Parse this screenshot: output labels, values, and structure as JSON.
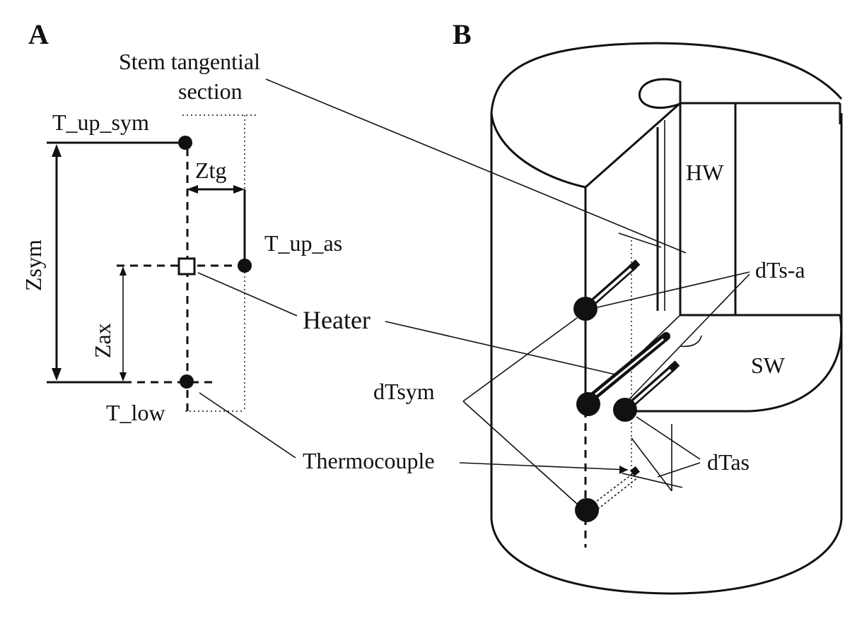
{
  "panel_a": {
    "letter": "A",
    "labels": {
      "stem_line1": "Stem tangential",
      "stem_line2": "section",
      "t_up_sym": "T_up_sym",
      "ztg": "Ztg",
      "zsym": "Zsym",
      "t_up_as": "T_up_as",
      "zax": "Zax",
      "heater": "Heater",
      "t_low": "T_low",
      "thermocouple": "Thermocouple"
    }
  },
  "panel_b": {
    "letter": "B",
    "labels": {
      "hw": "HW",
      "sw": "SW",
      "dts_a": "dTs-a",
      "dtsym": "dTsym",
      "dtas": "dTas"
    }
  }
}
